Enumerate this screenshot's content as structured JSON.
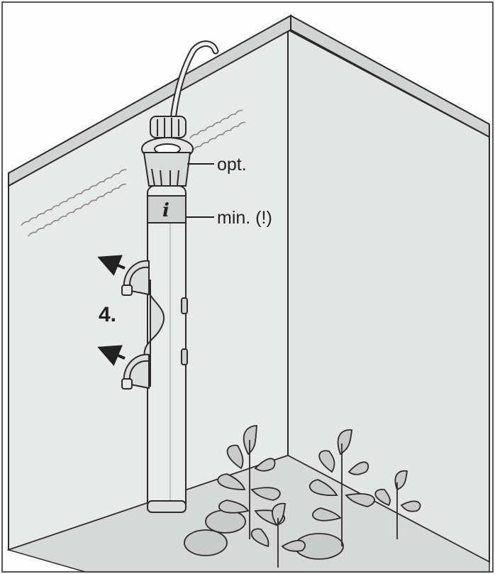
{
  "labels": {
    "opt": "opt.",
    "min": "min. (!)",
    "step": "4."
  },
  "colors": {
    "wall_left": "#e8e9e9",
    "wall_right": "#e3e4e4",
    "rim": "#d2d3d3",
    "floor": "#cdd0cf",
    "heater": "#e9eaea",
    "leaf": "#c9cbca",
    "stroke": "#2a2a2a"
  },
  "icons": [
    "arrow-left-up-icon",
    "arrow-left-up-icon",
    "info-icon"
  ]
}
